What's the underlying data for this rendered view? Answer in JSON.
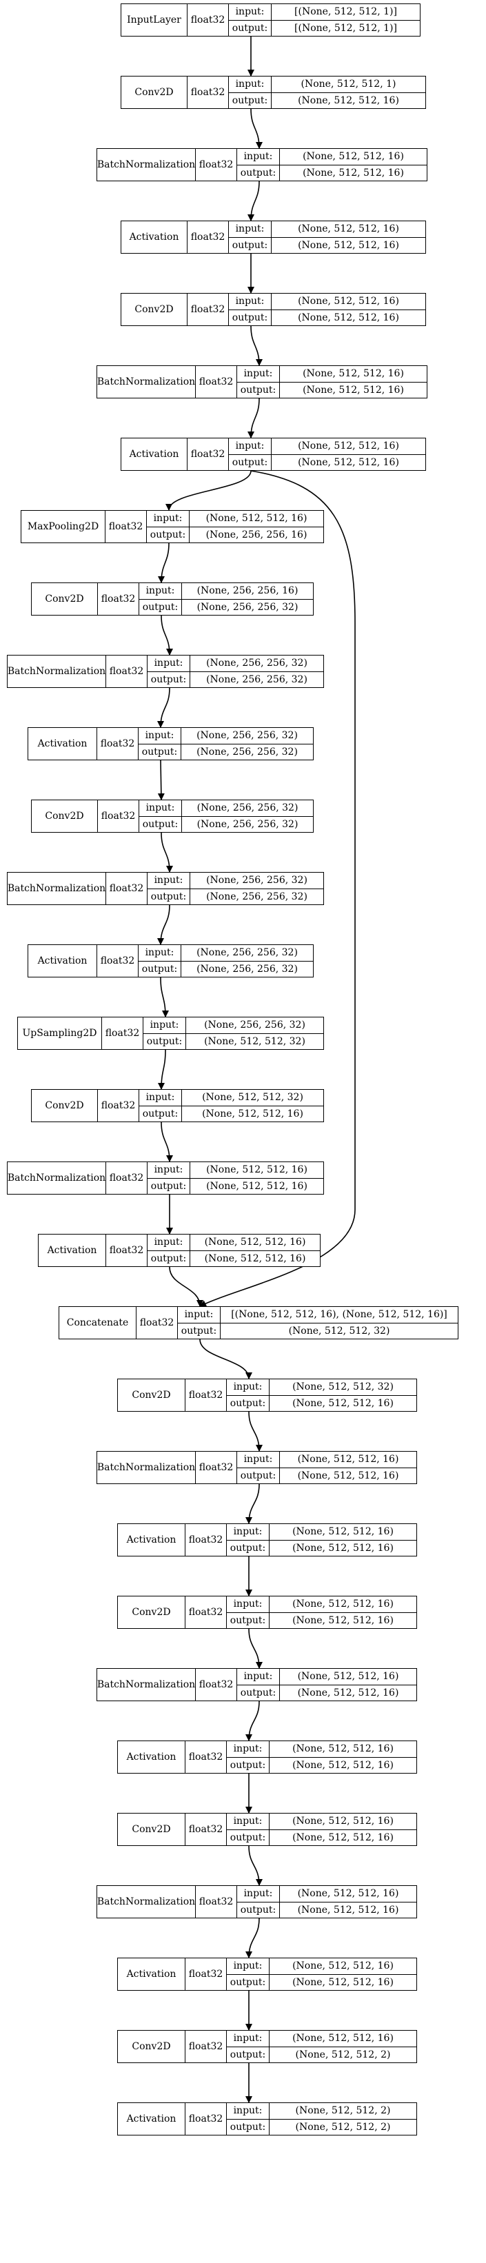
{
  "diagram": {
    "io_labels": {
      "input": "input:",
      "output": "output:"
    },
    "nodes": [
      {
        "id": "n0",
        "name": "InputLayer",
        "dtype": "float32",
        "input": "[(None, 512, 512, 1)]",
        "output": "[(None, 512, 512, 1)]"
      },
      {
        "id": "n1",
        "name": "Conv2D",
        "dtype": "float32",
        "input": "(None, 512, 512, 1)",
        "output": "(None, 512, 512, 16)"
      },
      {
        "id": "n2",
        "name": "BatchNormalization",
        "dtype": "float32",
        "input": "(None, 512, 512, 16)",
        "output": "(None, 512, 512, 16)"
      },
      {
        "id": "n3",
        "name": "Activation",
        "dtype": "float32",
        "input": "(None, 512, 512, 16)",
        "output": "(None, 512, 512, 16)"
      },
      {
        "id": "n4",
        "name": "Conv2D",
        "dtype": "float32",
        "input": "(None, 512, 512, 16)",
        "output": "(None, 512, 512, 16)"
      },
      {
        "id": "n5",
        "name": "BatchNormalization",
        "dtype": "float32",
        "input": "(None, 512, 512, 16)",
        "output": "(None, 512, 512, 16)"
      },
      {
        "id": "n6",
        "name": "Activation",
        "dtype": "float32",
        "input": "(None, 512, 512, 16)",
        "output": "(None, 512, 512, 16)"
      },
      {
        "id": "n7",
        "name": "MaxPooling2D",
        "dtype": "float32",
        "input": "(None, 512, 512, 16)",
        "output": "(None, 256, 256, 16)"
      },
      {
        "id": "n8",
        "name": "Conv2D",
        "dtype": "float32",
        "input": "(None, 256, 256, 16)",
        "output": "(None, 256, 256, 32)"
      },
      {
        "id": "n9",
        "name": "BatchNormalization",
        "dtype": "float32",
        "input": "(None, 256, 256, 32)",
        "output": "(None, 256, 256, 32)"
      },
      {
        "id": "n10",
        "name": "Activation",
        "dtype": "float32",
        "input": "(None, 256, 256, 32)",
        "output": "(None, 256, 256, 32)"
      },
      {
        "id": "n11",
        "name": "Conv2D",
        "dtype": "float32",
        "input": "(None, 256, 256, 32)",
        "output": "(None, 256, 256, 32)"
      },
      {
        "id": "n12",
        "name": "BatchNormalization",
        "dtype": "float32",
        "input": "(None, 256, 256, 32)",
        "output": "(None, 256, 256, 32)"
      },
      {
        "id": "n13",
        "name": "Activation",
        "dtype": "float32",
        "input": "(None, 256, 256, 32)",
        "output": "(None, 256, 256, 32)"
      },
      {
        "id": "n14",
        "name": "UpSampling2D",
        "dtype": "float32",
        "input": "(None, 256, 256, 32)",
        "output": "(None, 512, 512, 32)"
      },
      {
        "id": "n15",
        "name": "Conv2D",
        "dtype": "float32",
        "input": "(None, 512, 512, 32)",
        "output": "(None, 512, 512, 16)"
      },
      {
        "id": "n16",
        "name": "BatchNormalization",
        "dtype": "float32",
        "input": "(None, 512, 512, 16)",
        "output": "(None, 512, 512, 16)"
      },
      {
        "id": "n17",
        "name": "Activation",
        "dtype": "float32",
        "input": "(None, 512, 512, 16)",
        "output": "(None, 512, 512, 16)"
      },
      {
        "id": "n18",
        "name": "Concatenate",
        "dtype": "float32",
        "input": "[(None, 512, 512, 16), (None, 512, 512, 16)]",
        "output": "(None, 512, 512, 32)"
      },
      {
        "id": "n19",
        "name": "Conv2D",
        "dtype": "float32",
        "input": "(None, 512, 512, 32)",
        "output": "(None, 512, 512, 16)"
      },
      {
        "id": "n20",
        "name": "BatchNormalization",
        "dtype": "float32",
        "input": "(None, 512, 512, 16)",
        "output": "(None, 512, 512, 16)"
      },
      {
        "id": "n21",
        "name": "Activation",
        "dtype": "float32",
        "input": "(None, 512, 512, 16)",
        "output": "(None, 512, 512, 16)"
      },
      {
        "id": "n22",
        "name": "Conv2D",
        "dtype": "float32",
        "input": "(None, 512, 512, 16)",
        "output": "(None, 512, 512, 16)"
      },
      {
        "id": "n23",
        "name": "BatchNormalization",
        "dtype": "float32",
        "input": "(None, 512, 512, 16)",
        "output": "(None, 512, 512, 16)"
      },
      {
        "id": "n24",
        "name": "Activation",
        "dtype": "float32",
        "input": "(None, 512, 512, 16)",
        "output": "(None, 512, 512, 16)"
      },
      {
        "id": "n25",
        "name": "Conv2D",
        "dtype": "float32",
        "input": "(None, 512, 512, 16)",
        "output": "(None, 512, 512, 16)"
      },
      {
        "id": "n26",
        "name": "BatchNormalization",
        "dtype": "float32",
        "input": "(None, 512, 512, 16)",
        "output": "(None, 512, 512, 16)"
      },
      {
        "id": "n27",
        "name": "Activation",
        "dtype": "float32",
        "input": "(None, 512, 512, 16)",
        "output": "(None, 512, 512, 16)"
      },
      {
        "id": "n28",
        "name": "Conv2D",
        "dtype": "float32",
        "input": "(None, 512, 512, 16)",
        "output": "(None, 512, 512, 2)"
      },
      {
        "id": "n29",
        "name": "Activation",
        "dtype": "float32",
        "input": "(None, 512, 512, 2)",
        "output": "(None, 512, 512, 2)"
      }
    ],
    "edges": [
      [
        "n0",
        "n1"
      ],
      [
        "n1",
        "n2"
      ],
      [
        "n2",
        "n3"
      ],
      [
        "n3",
        "n4"
      ],
      [
        "n4",
        "n5"
      ],
      [
        "n5",
        "n6"
      ],
      [
        "n6",
        "n7"
      ],
      [
        "n7",
        "n8"
      ],
      [
        "n8",
        "n9"
      ],
      [
        "n9",
        "n10"
      ],
      [
        "n10",
        "n11"
      ],
      [
        "n11",
        "n12"
      ],
      [
        "n12",
        "n13"
      ],
      [
        "n13",
        "n14"
      ],
      [
        "n14",
        "n15"
      ],
      [
        "n15",
        "n16"
      ],
      [
        "n16",
        "n17"
      ],
      [
        "n17",
        "n18"
      ],
      [
        "n6",
        "n18"
      ],
      [
        "n18",
        "n19"
      ],
      [
        "n19",
        "n20"
      ],
      [
        "n20",
        "n21"
      ],
      [
        "n21",
        "n22"
      ],
      [
        "n22",
        "n23"
      ],
      [
        "n23",
        "n24"
      ],
      [
        "n24",
        "n25"
      ],
      [
        "n25",
        "n26"
      ],
      [
        "n26",
        "n27"
      ],
      [
        "n27",
        "n28"
      ],
      [
        "n28",
        "n29"
      ]
    ]
  }
}
